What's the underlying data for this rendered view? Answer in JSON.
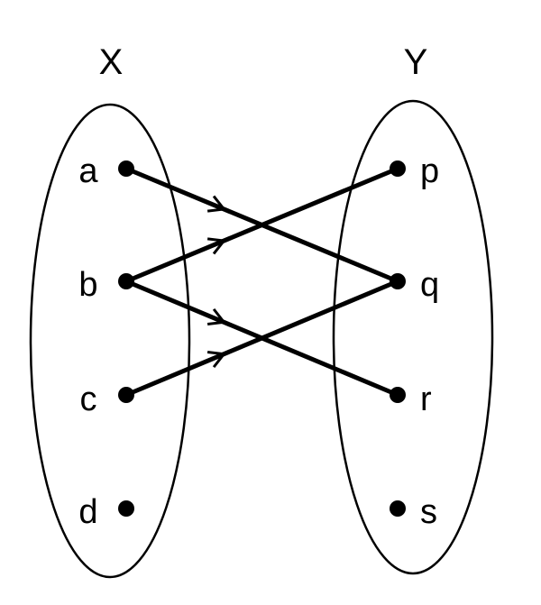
{
  "diagram": {
    "type": "function-mapping",
    "colors": {
      "ink": "#000000",
      "background": "#ffffff"
    },
    "sets": [
      {
        "id": "X",
        "label": "X",
        "elements": [
          "a",
          "b",
          "c",
          "d"
        ]
      },
      {
        "id": "Y",
        "label": "Y",
        "elements": [
          "p",
          "q",
          "r",
          "s"
        ]
      }
    ],
    "mappings": [
      {
        "from": "a",
        "to": "q"
      },
      {
        "from": "b",
        "to": "p"
      },
      {
        "from": "b",
        "to": "r"
      },
      {
        "from": "c",
        "to": "q"
      }
    ]
  }
}
